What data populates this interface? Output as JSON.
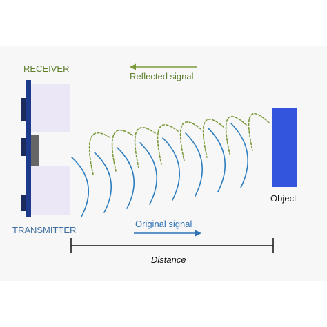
{
  "labels": {
    "receiver": "RECEIVER",
    "transmitter": "TRANSMITTER",
    "reflected_signal": "Reflected signal",
    "original_signal": "Original signal",
    "object": "Object",
    "distance": "Distance"
  },
  "colors": {
    "original_wave": "#2f7fc0",
    "reflected_wave": "#7a9a3a",
    "object": "#3355dd",
    "sensor_board": "#1e3a8a",
    "sensor_module": "#ece7f6"
  }
}
